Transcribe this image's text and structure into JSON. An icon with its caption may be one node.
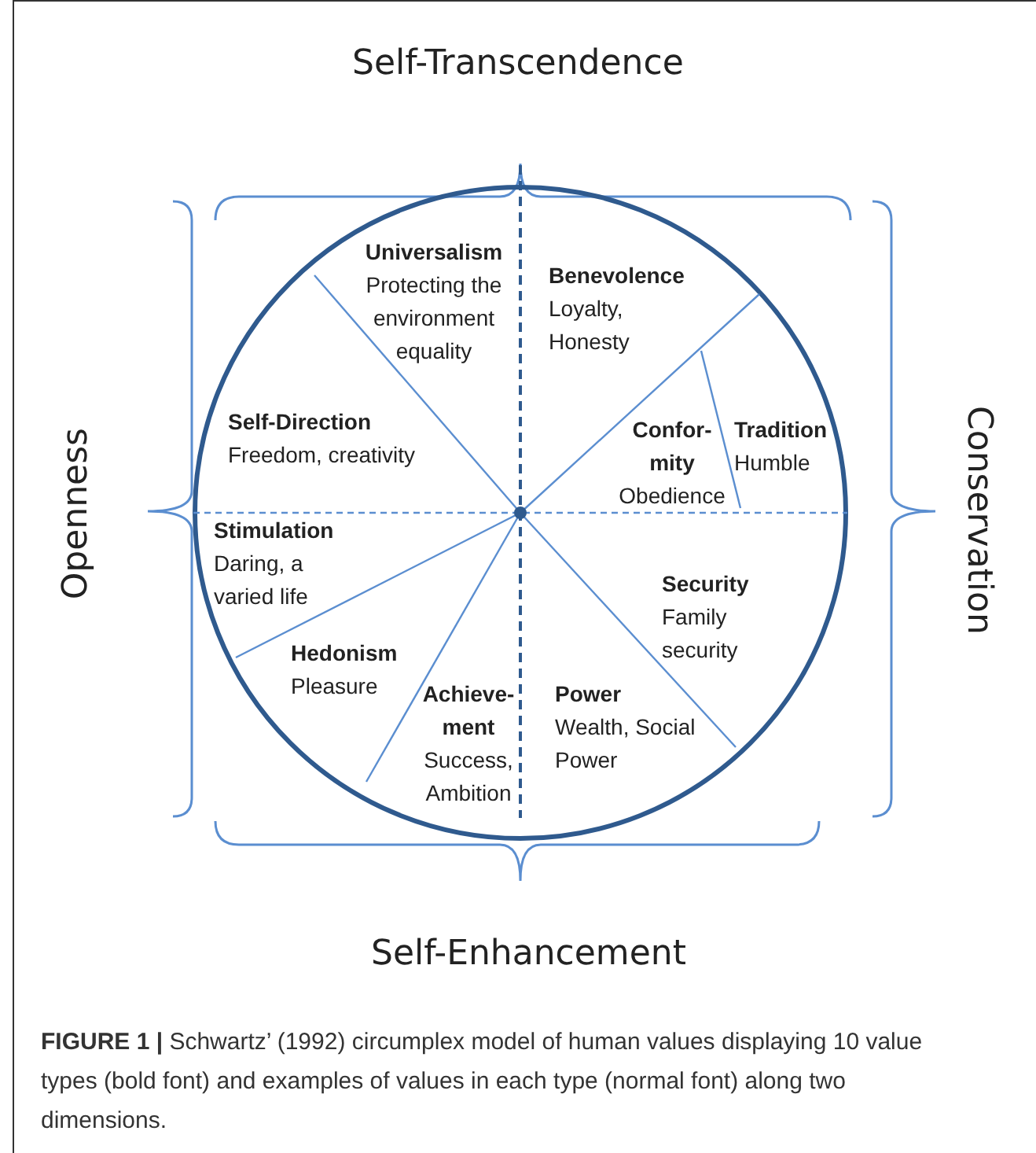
{
  "diagram": {
    "caption": "**FIGURE 1 |** Schwartz’ (1992) circumplex model of human values displaying 10 value types (bold font) and examples of values in each type (normal font) along two dimensions.",
    "nodes": [
      {
        "text": [],
        "shape": "circle"
      },
      {
        "text": [
          "Universalism",
          "Protecting the environment equality"
        ],
        "in": 0
      },
      {
        "text": [
          "Benevolence",
          "Loyalty, Honesty"
        ],
        "in": 0
      },
      {
        "text": [
          "Self-Direction",
          "Freedom, creativity"
        ],
        "in": 0
      },
      {
        "text": [
          "Confor- mity",
          "Obedience"
        ],
        "in": 0
      },
      {
        "text": [
          "Tradition",
          "Humble"
        ],
        "in": 0
      },
      {
        "text": [
          "Stimulation",
          "Daring, a varied life"
        ],
        "in": 0
      },
      {
        "text": [
          "Security",
          "Family security"
        ],
        "in": 0
      },
      {
        "text": [
          "Hedonism",
          "Pleasure"
        ],
        "in": 0
      },
      {
        "text": [
          "Achieve- ment",
          "Success, Ambition"
        ],
        "in": 0
      },
      {
        "text": [
          "Power",
          "Wealth, Social Power"
        ],
        "in": 0
      }
    ],
    "edges": [],
    "labels": [
      "Self-Transcendence",
      "Openness",
      "Conservation",
      "Self-Enhancement"
    ]
  }
}
